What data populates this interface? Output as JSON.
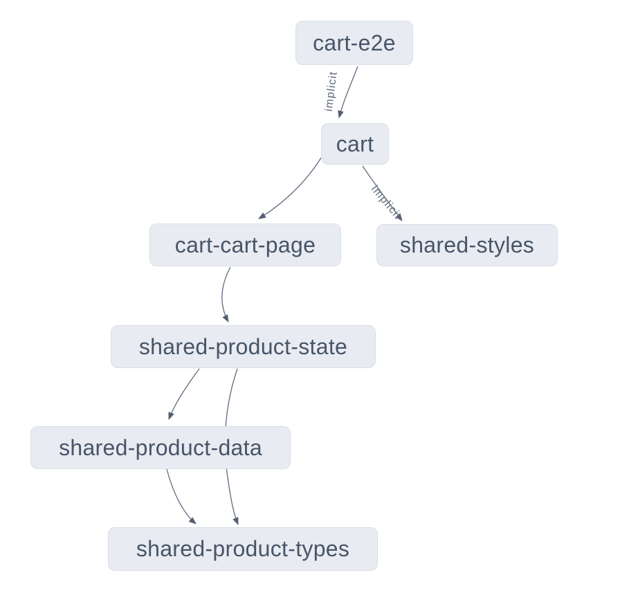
{
  "diagram": {
    "kind": "project-dependency-graph",
    "background_color": "#ffffff",
    "node_fill_color": "#e8ebf1",
    "node_border_color": "#dadfe7",
    "node_text_color": "#475569",
    "edge_color": "#5e6a7e",
    "edge_label_color": "#5d6878",
    "nodes": [
      {
        "id": "cart-e2e",
        "label": "cart-e2e"
      },
      {
        "id": "cart",
        "label": "cart"
      },
      {
        "id": "cart-cart-page",
        "label": "cart-cart-page"
      },
      {
        "id": "shared-styles",
        "label": "shared-styles"
      },
      {
        "id": "shared-product-state",
        "label": "shared-product-state"
      },
      {
        "id": "shared-product-data",
        "label": "shared-product-data"
      },
      {
        "id": "shared-product-types",
        "label": "shared-product-types"
      }
    ],
    "edges": [
      {
        "from": "cart-e2e",
        "to": "cart",
        "label": "implicit"
      },
      {
        "from": "cart",
        "to": "cart-cart-page",
        "label": ""
      },
      {
        "from": "cart",
        "to": "shared-styles",
        "label": "implicit"
      },
      {
        "from": "cart-cart-page",
        "to": "shared-product-state",
        "label": ""
      },
      {
        "from": "shared-product-state",
        "to": "shared-product-data",
        "label": ""
      },
      {
        "from": "shared-product-state",
        "to": "shared-product-types",
        "label": ""
      },
      {
        "from": "shared-product-data",
        "to": "shared-product-types",
        "label": ""
      }
    ]
  }
}
